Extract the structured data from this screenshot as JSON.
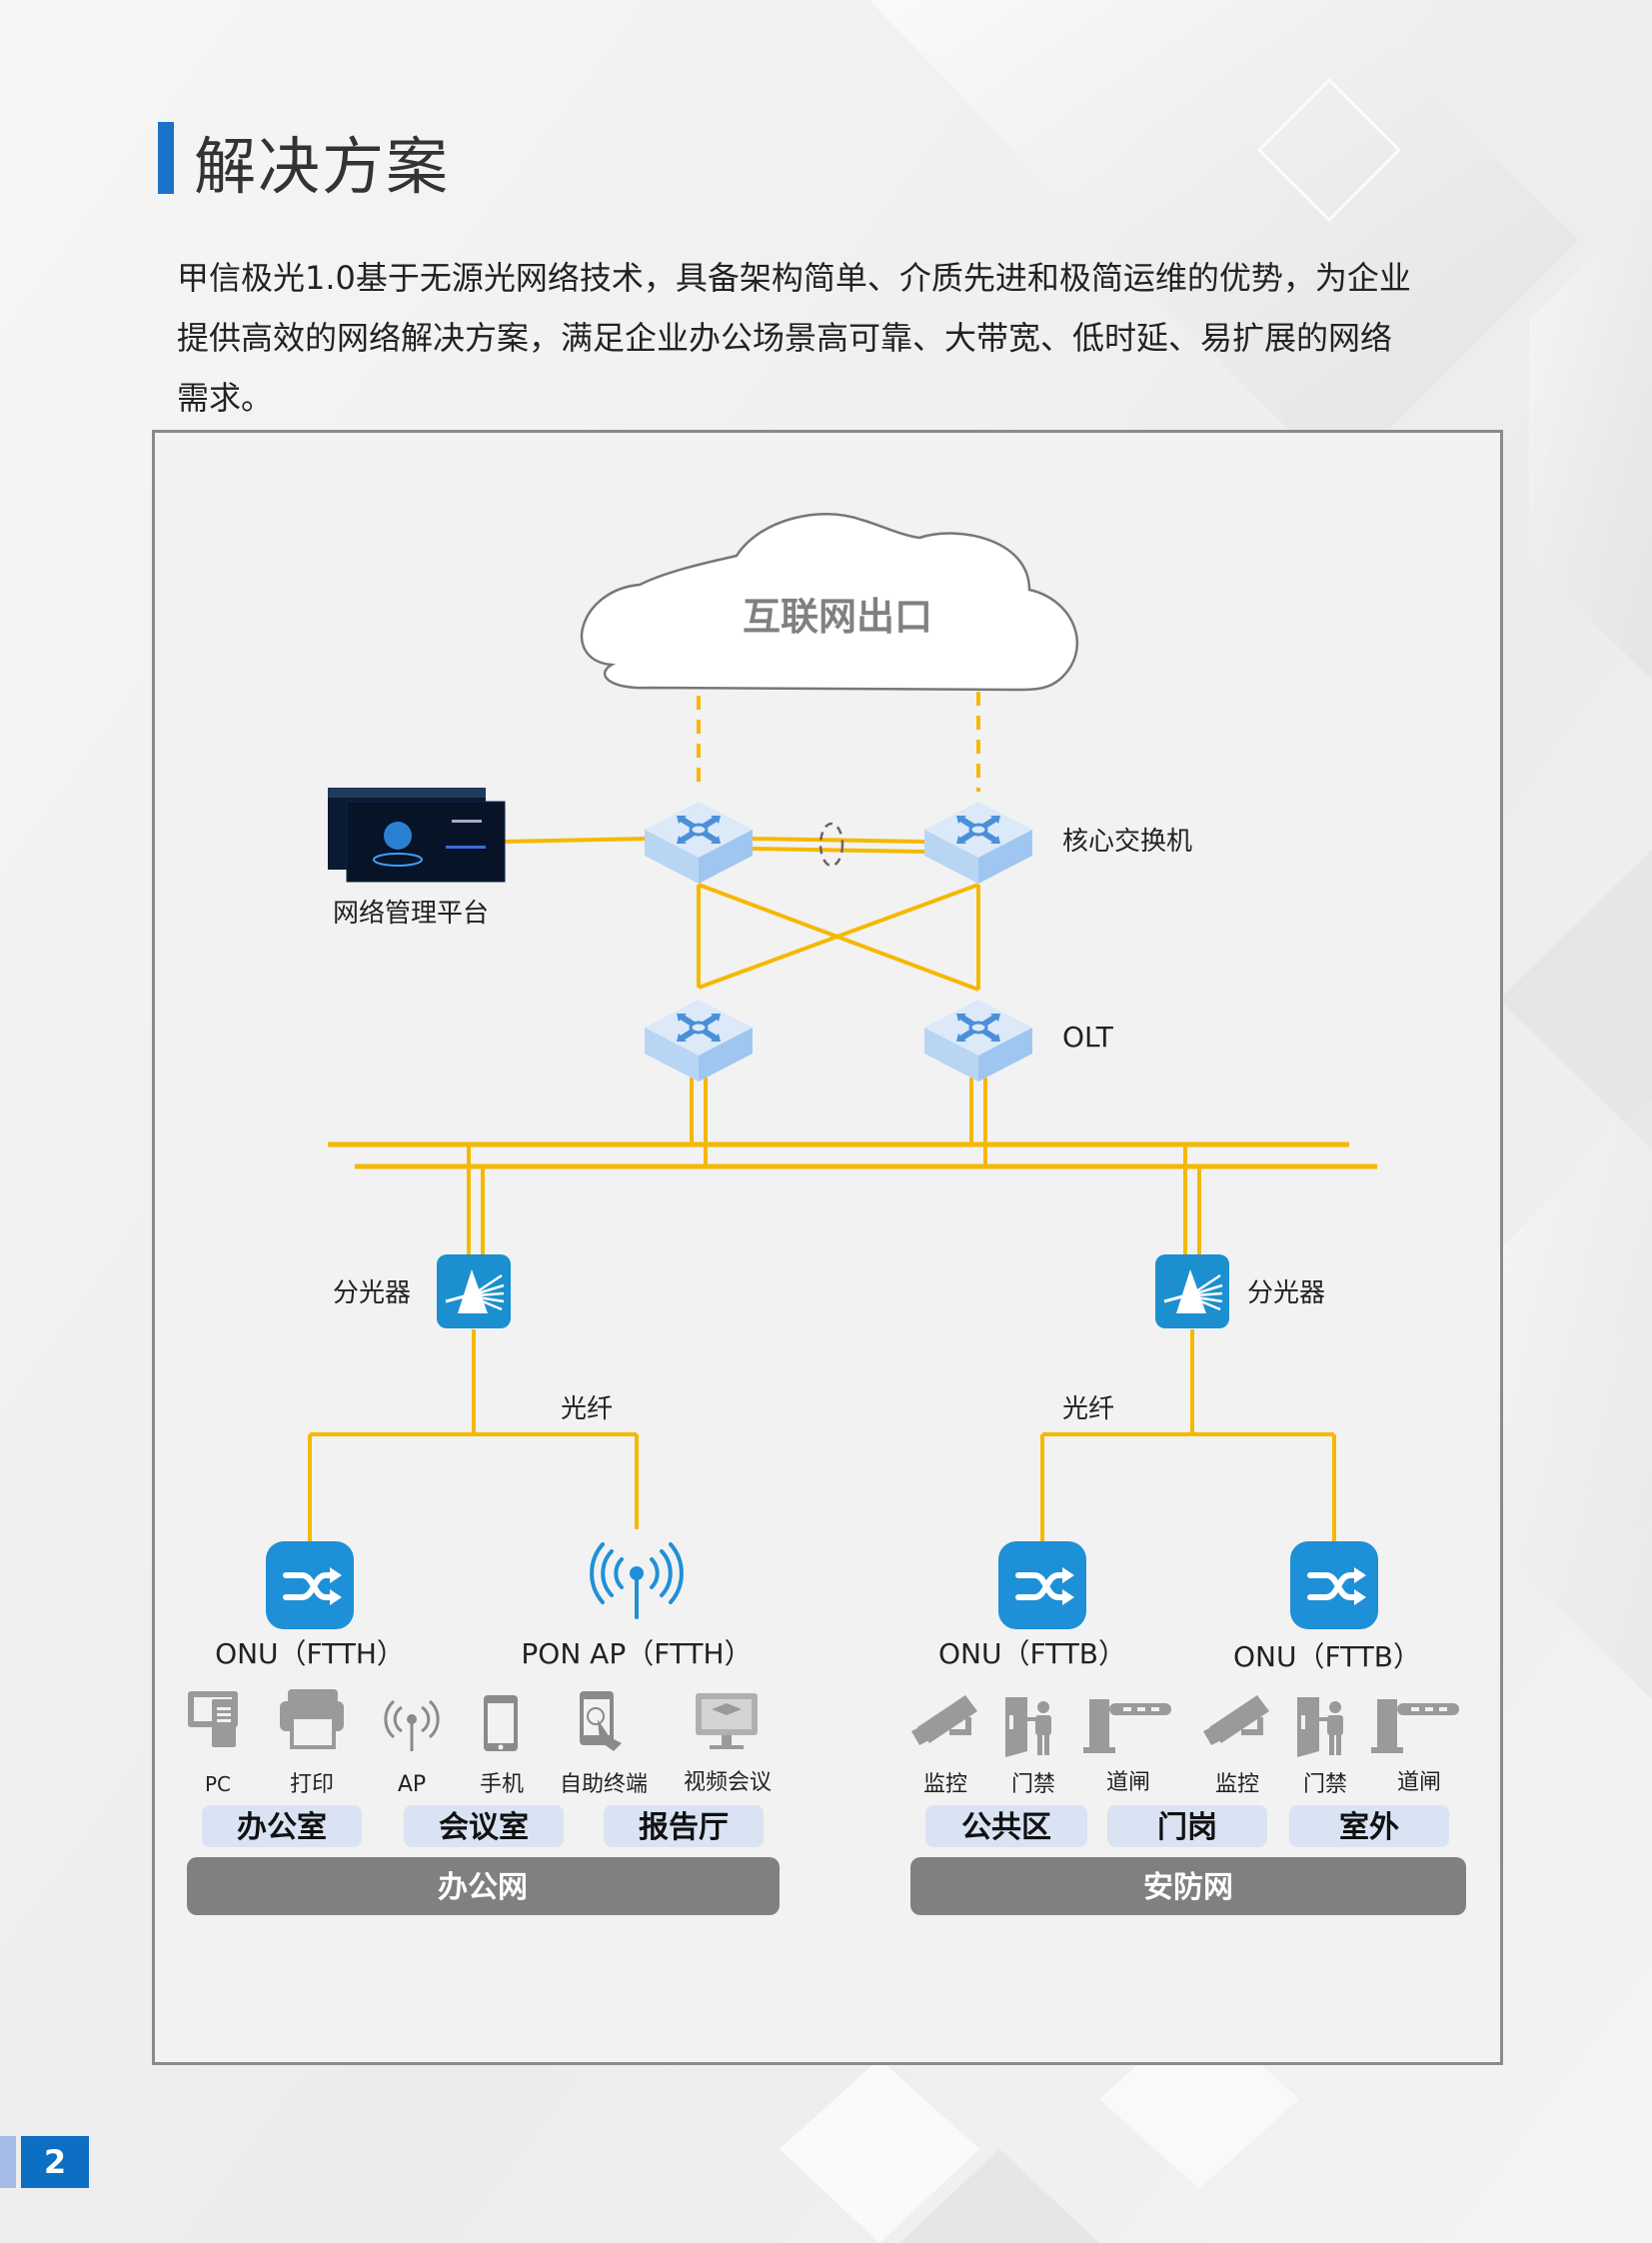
{
  "page": {
    "title": "解决方案",
    "intro_lines": [
      "甲信极光1.0基于无源光网络技术，具备架构简单、介质先进和极简运维的优势，为企业",
      "提供高效的网络解决方案，满足企业办公场景高可靠、大带宽、低时延、易扩展的网络",
      "需求。"
    ],
    "page_number": "2"
  },
  "colors": {
    "accent_blue": "#1a73c8",
    "fiber_yellow": "#f5b800",
    "device_blue": "#1e90d8",
    "splitter_blue": "#1b8fd0",
    "zone_bg": "#d9e3f3",
    "network_bar": "#808080",
    "icon_gray": "#9a9a9a"
  },
  "diagram": {
    "cloud_label": "互联网出口",
    "management_label": "网络管理平台",
    "core_switch_label": "核心交换机",
    "olt_label": "OLT",
    "splitter_left_label": "分光器",
    "splitter_right_label": "分光器",
    "fiber_left_label": "光纤",
    "fiber_right_label": "光纤",
    "onu_devices": [
      {
        "label": "ONU（FTTH）",
        "icon": "shuffle-icon"
      },
      {
        "label": "PON AP（FTTH）",
        "icon": "wireless-ap-icon"
      },
      {
        "label": "ONU（FTTB）",
        "icon": "shuffle-icon"
      },
      {
        "label": "ONU（FTTB）",
        "icon": "shuffle-icon"
      }
    ],
    "office_endpoints": [
      {
        "label": "PC",
        "icon": "pc-icon"
      },
      {
        "label": "打印",
        "icon": "printer-icon"
      },
      {
        "label": "AP",
        "icon": "ap-icon"
      },
      {
        "label": "手机",
        "icon": "phone-icon"
      },
      {
        "label": "自助终端",
        "icon": "kiosk-icon"
      },
      {
        "label": "视频会议",
        "icon": "video-conference-icon"
      }
    ],
    "security_endpoints": [
      {
        "label": "监控",
        "icon": "camera-icon"
      },
      {
        "label": "门禁",
        "icon": "access-control-icon"
      },
      {
        "label": "道闸",
        "icon": "barrier-gate-icon"
      },
      {
        "label": "监控",
        "icon": "camera-icon"
      },
      {
        "label": "门禁",
        "icon": "access-control-icon"
      },
      {
        "label": "道闸",
        "icon": "barrier-gate-icon"
      }
    ],
    "office_zones": [
      "办公室",
      "会议室",
      "报告厅"
    ],
    "security_zones": [
      "公共区",
      "门岗",
      "室外"
    ],
    "office_network_label": "办公网",
    "security_network_label": "安防网"
  }
}
